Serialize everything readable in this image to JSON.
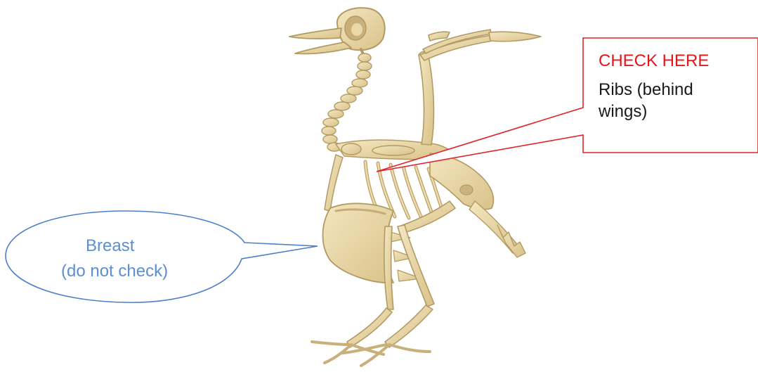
{
  "callouts": {
    "ribs": {
      "heading": "CHECK HERE",
      "line1": "Ribs (behind",
      "line2": "wings)",
      "heading_color": "#e8161b",
      "text_color": "#1a1a1a",
      "border_color": "#e0242a"
    },
    "breast": {
      "title": "Breast",
      "note": "(do not check)",
      "text_color": "#5b8fd1",
      "border_color": "#4c7fc9"
    }
  },
  "illustration": {
    "subject": "bird-skeleton",
    "bone_color": "#e8d6a6",
    "bone_shadow_color": "#b9a06a"
  }
}
